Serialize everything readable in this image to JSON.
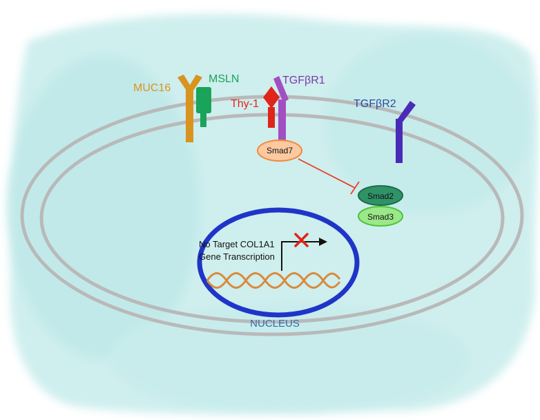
{
  "labels": {
    "muc16": "MUC16",
    "msln": "MSLN",
    "thy1": "Thy-1",
    "tgfbr1": "TGFβR1",
    "tgfbr2": "TGFβR2",
    "smad7": "Smad7",
    "smad2": "Smad2",
    "smad3": "Smad3",
    "transcription_line1": "No Target COL1A1",
    "transcription_line2": "Gene Transcription",
    "nucleus": "NUCLEUS"
  },
  "colors": {
    "background_wash": "#cdeeee",
    "membrane": "#b9b9b9",
    "nucleus_ring": "#1f35c8",
    "muc16": "#d9941f",
    "msln": "#1aa35a",
    "thy1": "#e0251a",
    "tgfbr1": "#a24fc2",
    "tgfbr2": "#4a2bb8",
    "smad7_fill": "#fcc9a0",
    "smad7_stroke": "#f08a3c",
    "smad2_fill": "#2f9367",
    "smad3_fill": "#9be88a",
    "inhibition": "#e8402a",
    "dna": "#d98a3a",
    "label_red": "#e0251a",
    "label_blue": "#2a4aa0"
  }
}
